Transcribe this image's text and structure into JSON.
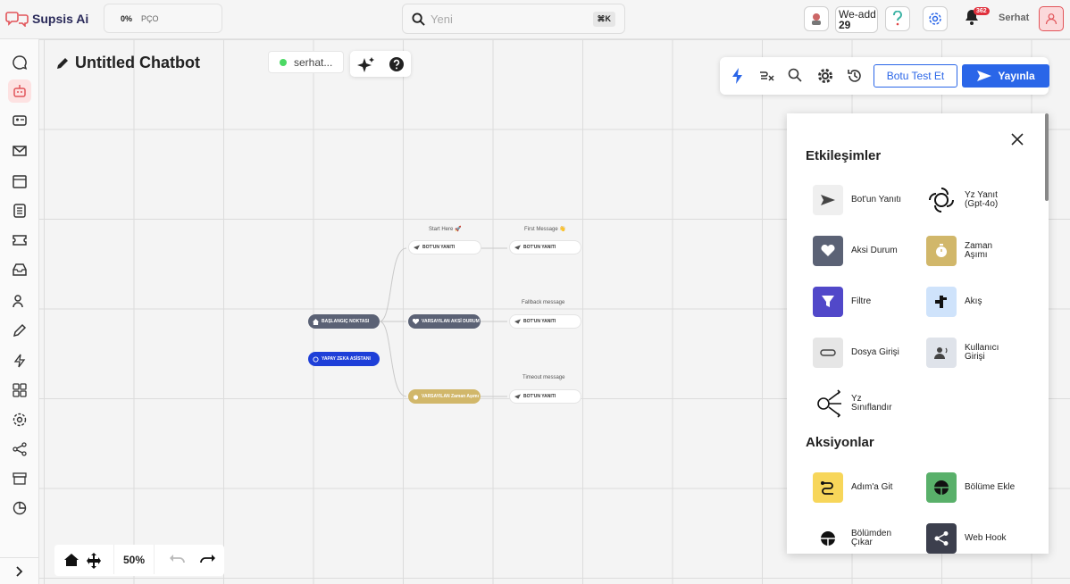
{
  "app": {
    "logo": "Supsis Ai",
    "colors": {
      "accent": "#2a66e8",
      "brand": "#e2555a",
      "ai_node": "#1e3fd8"
    }
  },
  "topbar": {
    "progress_value": "0%",
    "progress_label": "PÇO",
    "search_placeholder": "Yeni",
    "search_shortcut": "⌘K",
    "weadd_label": "We‑add",
    "weadd_count": "29",
    "notification_count": "362",
    "user_name": "Serhat"
  },
  "sidebar": {
    "items": [
      "chat-icon",
      "bot-icon",
      "contact-card-icon",
      "mail-icon",
      "calendar-icon",
      "list-icon",
      "ticket-icon",
      "inbox-icon",
      "users-icon",
      "edit-icon",
      "flash-icon",
      "apps-icon",
      "settings-icon",
      "share-icon",
      "store-icon",
      "pie-chart-icon"
    ]
  },
  "editor": {
    "title": "Untitled Chatbot",
    "status_name": "serhat...",
    "test_button": "Botu Test Et",
    "publish_button": "Yayınla",
    "zoom": "50%"
  },
  "flow": {
    "start_node": "BAŞLANGIÇ NOKTASI",
    "ai_node": "YAPAY ZEKA ASİSTANI",
    "branch1_caption": "Start Here 🚀",
    "branch1_node": "BOT'UN YANITI",
    "branch1_next_caption": "First Message 👋",
    "branch1_next_node": "BOT'UN YANITI",
    "branch2_node": "VARSAYILAN AKSİ DURUM",
    "branch2_next_caption": "Fallback message",
    "branch2_next_node": "BOT'UN YANITI",
    "branch3_node": "VARSAYILAN Zaman Aşımı",
    "branch3_next_caption": "Timeout message",
    "branch3_next_node": "BOT'UN YANITI"
  },
  "panel": {
    "section_interactions": "Etkileşimler",
    "interactions": [
      {
        "label": "Bot'un Yanıtı",
        "icon": "send-icon"
      },
      {
        "label": "Yz Yanıt\n(Gpt-4o)",
        "icon": "openai-icon"
      },
      {
        "label": "Aksi Durum",
        "icon": "broken-heart-icon"
      },
      {
        "label": "Zaman\nAşımı",
        "icon": "stopwatch-icon"
      },
      {
        "label": "Filtre",
        "icon": "filter-icon"
      },
      {
        "label": "Akış",
        "icon": "flow-icon"
      },
      {
        "label": "Dosya Girişi",
        "icon": "attachment-icon"
      },
      {
        "label": "Kullanıcı\nGirişi",
        "icon": "user-voice-icon"
      },
      {
        "label": "Yz\nSınıflandır",
        "icon": "ai-classify-icon"
      }
    ],
    "section_actions": "Aksiyonlar",
    "actions": [
      {
        "label": "Adım'a Git",
        "icon": "goto-step-icon"
      },
      {
        "label": "Bölüme Ekle",
        "icon": "segment-add-icon"
      },
      {
        "label": "Bölümden\nÇıkar",
        "icon": "segment-remove-icon"
      },
      {
        "label": "Web Hook",
        "icon": "share-icon"
      }
    ]
  }
}
